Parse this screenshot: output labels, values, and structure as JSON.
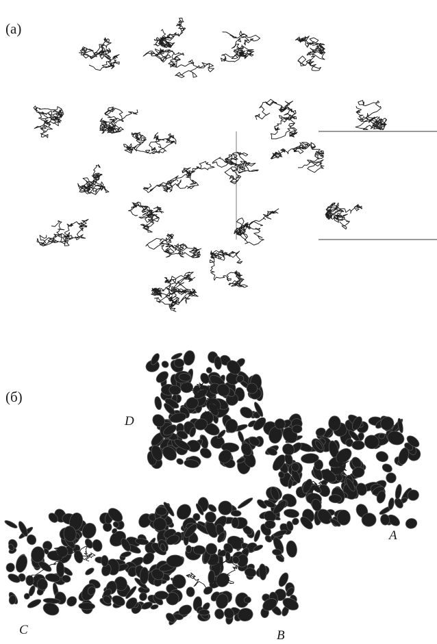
{
  "panels": [
    {
      "label": "(а)",
      "kind": "crystal-packing-trace"
    },
    {
      "label": "(б)",
      "kind": "cartoon-tetramer",
      "chain_labels": [
        "D",
        "A",
        "C",
        "B"
      ]
    }
  ],
  "colors": {
    "ink": "#1e1e1e",
    "background": "#ffffff"
  }
}
